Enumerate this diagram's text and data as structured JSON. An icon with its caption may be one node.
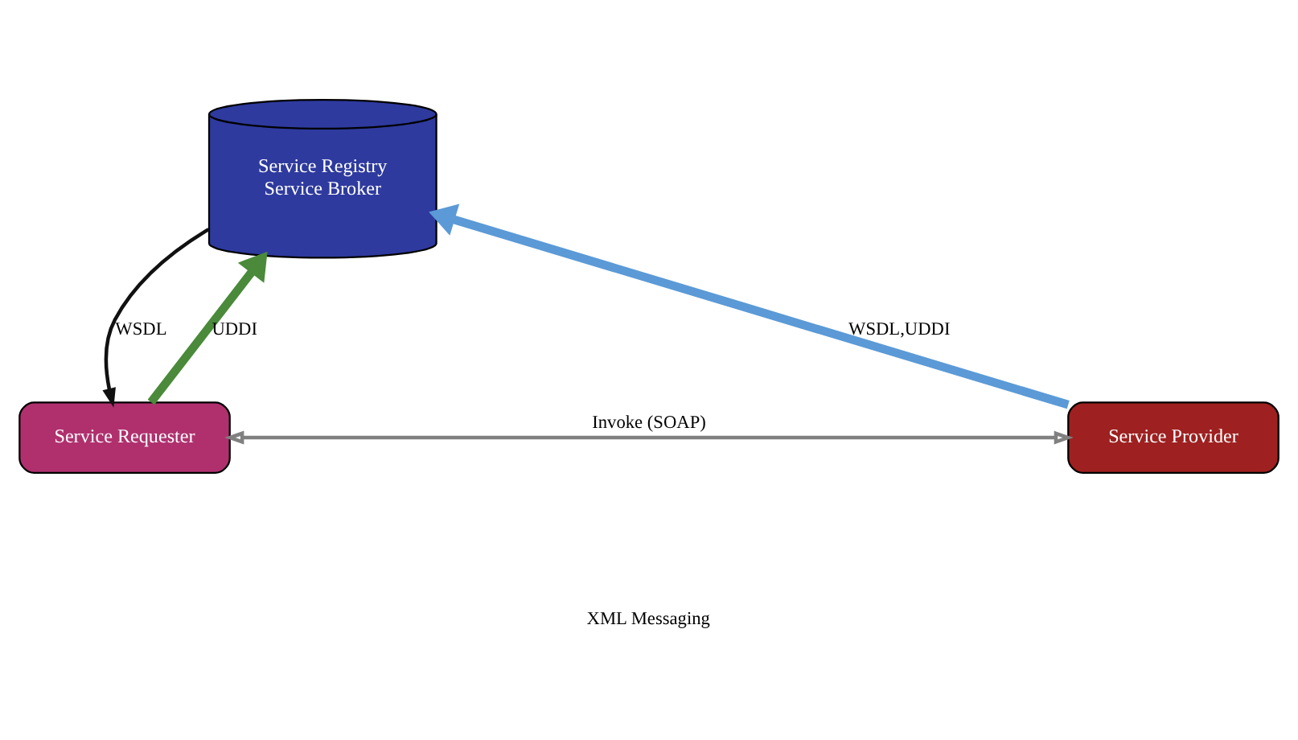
{
  "diagram": {
    "nodes": [
      {
        "text": [
          "Service Registry",
          "Service Broker"
        ]
      },
      {
        "text": [
          "Service Requester"
        ]
      },
      {
        "text": [
          "Service Provider"
        ]
      }
    ],
    "edges": [
      {
        "from": 1,
        "to": 0,
        "arrow": "to",
        "label": "UDDI",
        "style": "thick",
        "color": "#4a8a3a"
      },
      {
        "from": 0,
        "to": 1,
        "arrow": "to",
        "label": "WSDL",
        "color": "#111111"
      },
      {
        "from": 2,
        "to": 0,
        "arrow": "to",
        "label": "WSDL,UDDI",
        "style": "thick",
        "color": "#5b9ad6"
      },
      {
        "from": 1,
        "to": 2,
        "arrow": "both",
        "label": "Invoke (SOAP)",
        "color": "#808080"
      }
    ],
    "labels": [
      "XML Messaging"
    ]
  }
}
